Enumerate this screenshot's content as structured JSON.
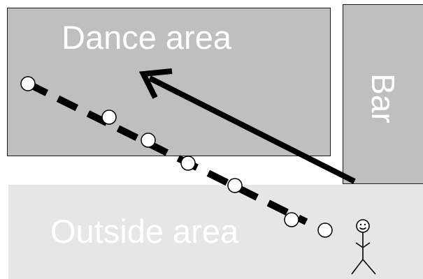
{
  "zones": {
    "dance": {
      "label": "Dance area",
      "fill": "#bfbfbf"
    },
    "bar": {
      "label": "Bar",
      "fill": "#bfbfbf"
    },
    "outside": {
      "label": "Outside area",
      "fill": "#e6e6e6"
    }
  },
  "colors": {
    "path": "#000000",
    "waypoint_fill": "#ffffff",
    "label": "#ffffff"
  },
  "icons": {
    "person": "stick-figure-smiley-icon",
    "waypoint": "circle-marker-icon",
    "arrow": "arrow-icon"
  },
  "waypoint_count": 7
}
